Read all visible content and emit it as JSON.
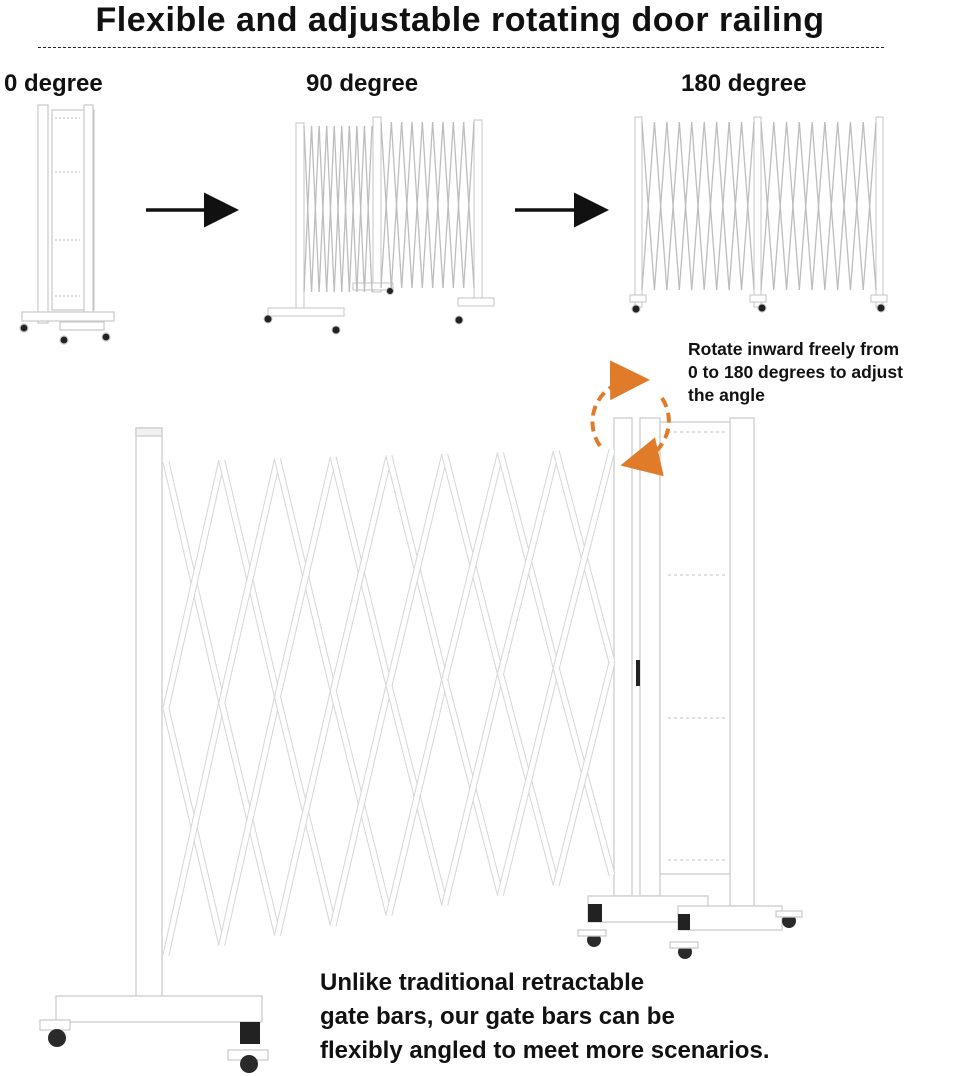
{
  "title": "Flexible and adjustable rotating door railing",
  "states": [
    {
      "label": "0 degree"
    },
    {
      "label": "90 degree"
    },
    {
      "label": "180 degree"
    }
  ],
  "rotate_note": {
    "lines": [
      "Rotate inward freely from",
      "0 to 180 degrees to adjust",
      "the angle"
    ]
  },
  "caption": {
    "lines": [
      "Unlike traditional retractable",
      "gate bars, our gate bars can be",
      "flexibly angled to meet more scenarios."
    ]
  },
  "colors": {
    "arrow": "#111111",
    "rotate_arrow": "#E07B2A",
    "gate": "#ffffff",
    "gate_outline": "#cfcfcf",
    "wheel": "#222222"
  }
}
